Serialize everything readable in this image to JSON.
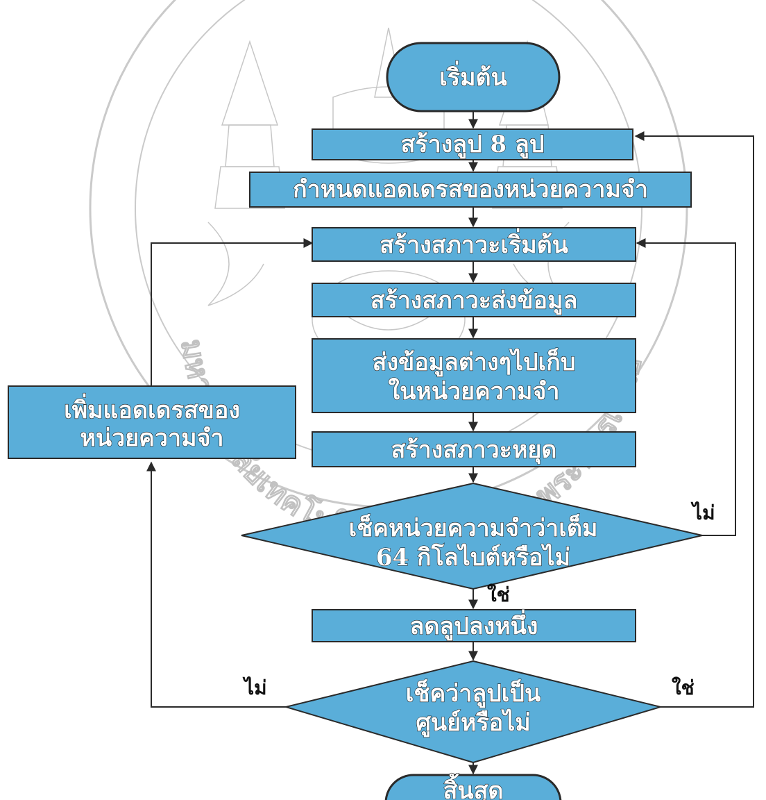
{
  "colors": {
    "fill": "#5aaed9",
    "stroke": "#2a2a2a",
    "watermark": "#9a9a9a"
  },
  "nodes": {
    "start": "เริ่มต้น",
    "create_pointer": "สร้างลูป 8 ลูป",
    "set_address": "กำหนดแอดเดรสของหน่วยความจำ",
    "create_start_condition": "สร้างสภาวะเริ่มต้น",
    "create_send_condition": "สร้างสภาวะส่งข้อมูล",
    "send_data_line1": "ส่งข้อมูลต่างๆไปเก็บ",
    "send_data_line2": "ในหน่วยความจำ",
    "create_stop_condition": "สร้างสภาวะหยุด",
    "check_memory_line1": "เช็คหน่วยความจำว่าเต็ม",
    "check_memory_line2": "64 กิโลไบต์หรือไม่",
    "decrement_loop": "ลดลูปลงหนึ่ง",
    "check_loop_line1": "เช็คว่าลูปเป็น",
    "check_loop_line2": "ศูนย์หรือไม่",
    "increase_address_line1": "เพิ่มแอดเดรสของ",
    "increase_address_line2": "หน่วยความจำ",
    "end": "สิ้นสุด"
  },
  "edge_labels": {
    "memory_no": "ไม่",
    "memory_yes": "ใช่",
    "loop_no": "ไม่",
    "loop_yes": "ใช่"
  },
  "watermark": {
    "text": "มหาวิทยาลัยเทคโนโลยีพระจอมเกล้าพระนครเหนือ"
  }
}
